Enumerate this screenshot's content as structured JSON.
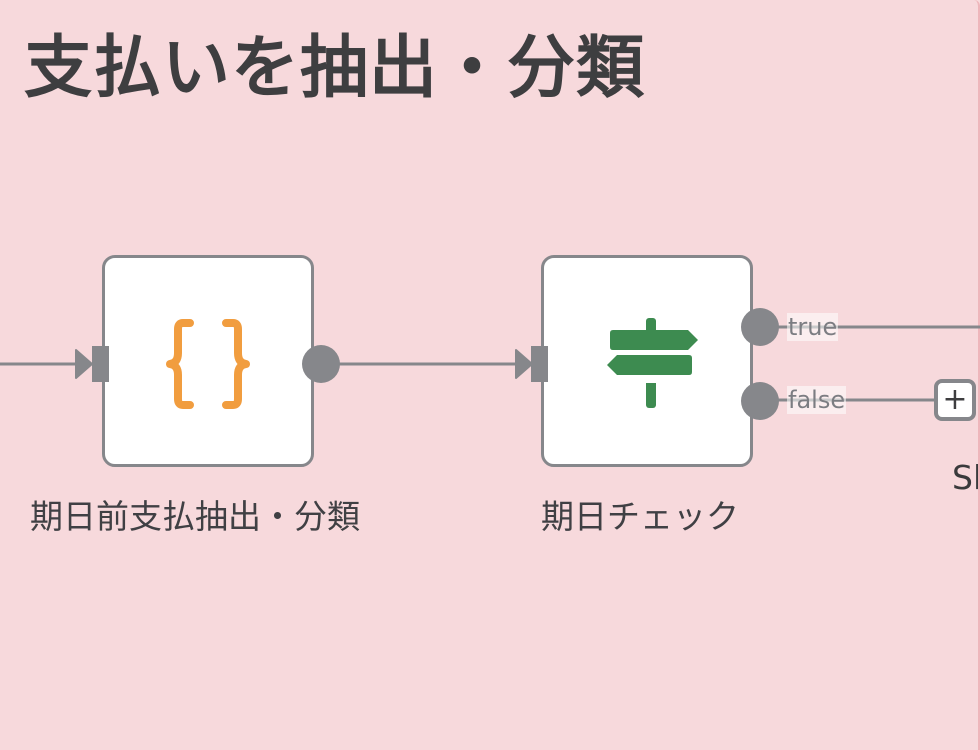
{
  "sticky_note": {
    "title": "支払いを抽出・分類",
    "background_color": "#f7d9dc"
  },
  "nodes": [
    {
      "id": "code-node",
      "label": "期日前支払抽出・分類",
      "icon": "code-braces-icon",
      "icon_color": "#f19d3f"
    },
    {
      "id": "if-node",
      "label": "期日チェック",
      "icon": "signpost-icon",
      "icon_color": "#3d8b50",
      "outputs": [
        {
          "label": "true"
        },
        {
          "label": "false"
        }
      ]
    }
  ],
  "add_node_button": {
    "label": "+"
  },
  "partial_next_node_label": "Sl",
  "colors": {
    "connector": "#86878b",
    "node_border": "#86878b",
    "text": "#3e3e40"
  }
}
